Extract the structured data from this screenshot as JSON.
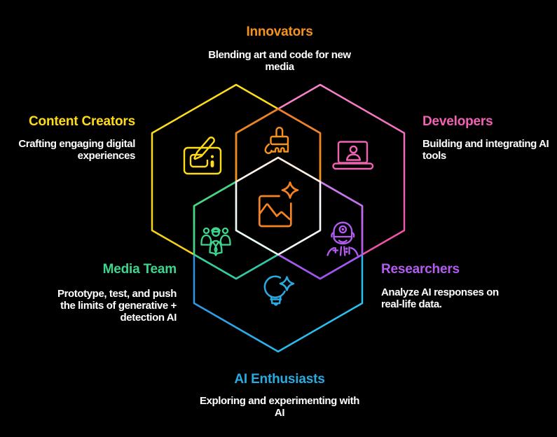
{
  "background": "#000000",
  "text_color": "#FFFFFF",
  "diagram": {
    "type": "hexagon-venn",
    "center": {
      "icon": "image-sparkle-icon",
      "color": "#F58321"
    },
    "groups": [
      {
        "id": "innovators",
        "label": "Innovators",
        "description": "Blending art and code for new\nmedia",
        "color": "#F6921E",
        "icon": "paint-brush-icon"
      },
      {
        "id": "content_creators",
        "label": "Content Creators",
        "description": "Crafting engaging digital\nexperiences",
        "color": "#FFDC16",
        "icon": "drawing-tablet-icon"
      },
      {
        "id": "developers",
        "label": "Developers",
        "description": "Building and integrating AI\ntools",
        "color": "#F161B4",
        "icon": "laptop-user-icon"
      },
      {
        "id": "media_team",
        "label": "Media Team",
        "description": "Prototype, test, and push\nthe limits of generative +\ndetection AI",
        "color": "#3DD68C",
        "icon": "team-icon"
      },
      {
        "id": "researchers",
        "label": "Researchers",
        "description": "Analyze AI responses on\nreal-life data.",
        "color": "#B45CF2",
        "icon": "scientist-icon"
      },
      {
        "id": "ai_enthusiasts",
        "label": "AI Enthusiasts",
        "description": "Exploring and experimenting with\nAI",
        "color": "#29ABE2",
        "icon": "lightbulb-sparkle-icon"
      }
    ]
  }
}
